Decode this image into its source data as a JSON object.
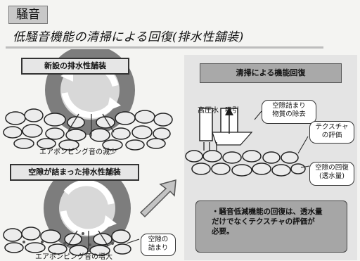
{
  "section_tag": "騒音",
  "title": "低騒音機能の清掃による回復(排水性舗装)",
  "left_top": {
    "label": "新設の排水性舗装",
    "caption": "エアポンピング音の減少"
  },
  "left_bottom": {
    "label": "空隙が詰まった排水性舗装",
    "caption": "エアポンピング音の増大",
    "callout": "空隙の\n詰まり"
  },
  "right": {
    "header": "清掃による機能回復",
    "pressure_label": "高圧水",
    "suction_label": "吸引",
    "bubble_removal": "空隙詰まり\n物質の除去",
    "bubble_texture": "テクスチャ\nの評価",
    "bubble_void": "空隙の回復\n(透水量)",
    "note": "・騒音低減機能の回復は、透水量\nだけでなくテクスチャの評価が\n必要。"
  },
  "colors": {
    "panel": "#e4e4e4",
    "header": "#a9a9a9",
    "note": "#a6a6a6"
  }
}
